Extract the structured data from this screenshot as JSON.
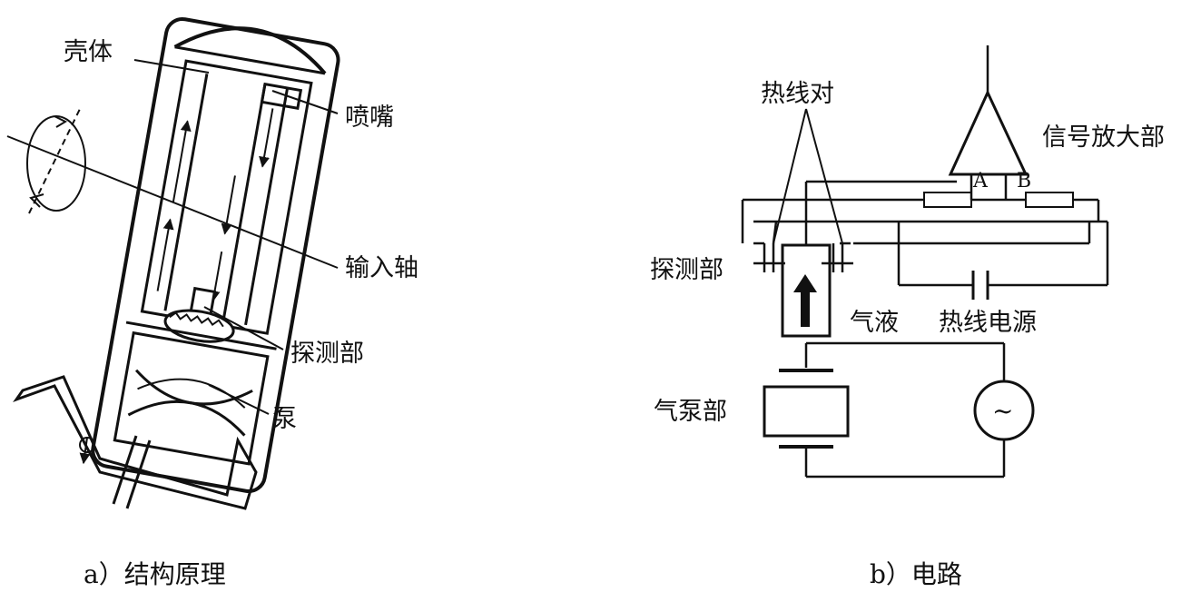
{
  "panel_a": {
    "caption": "a）结构原理",
    "labels": {
      "shell": "壳体",
      "nozzle": "喷嘴",
      "input_shaft": "输入轴",
      "detector": "探测部",
      "pump": "泵"
    }
  },
  "panel_b": {
    "caption": "b）电路",
    "labels": {
      "hot_wire_pair": "热线对",
      "signal_amplifier": "信号放大部",
      "terminal_a": "A",
      "terminal_b": "B",
      "detector": "探测部",
      "gas_liquid": "气液",
      "hot_wire_power": "热线电源",
      "air_pump": "气泵部",
      "ac_symbol": "~"
    }
  }
}
